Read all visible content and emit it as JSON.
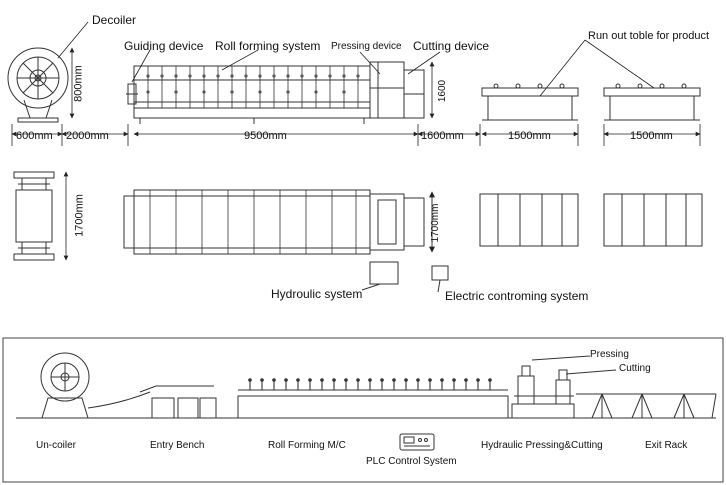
{
  "top": {
    "labels": {
      "decoiler": "Decoiler",
      "guiding_device": "Guiding device",
      "roll_forming_system": "Roll forming system",
      "pressing_device": "Pressing device",
      "cutting_device": "Cutting device",
      "run_out_table": "Run out toble for product",
      "hydraulic_system": "Hydroulic system",
      "electric_system": "Electric controming system"
    },
    "dimensions": {
      "decoiler_height": "800mm",
      "decoiler_width": "600mm",
      "gap": "2000mm",
      "line_length": "9500mm",
      "cutter_length": "1600mm",
      "cutter_height": "1600",
      "table1_length": "1500mm",
      "table2_length": "1500mm",
      "decoiler_plan_width": "1700mm",
      "cutter_plan_width": "1700mm"
    }
  },
  "bottom": {
    "labels": {
      "uncoiler": "Un-coiler",
      "entry_bench": "Entry Bench",
      "roll_forming": "Roll Forming M/C",
      "plc": "PLC Control System",
      "hydraulic_cutting": "Hydraulic Pressing&Cutting",
      "exit_rack": "Exit Rack",
      "pressing": "Pressing",
      "cutting": "Cutting"
    }
  }
}
